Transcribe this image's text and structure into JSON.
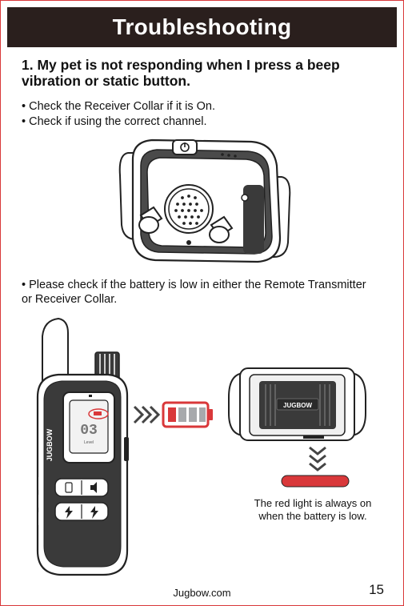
{
  "header": {
    "title": "Troubleshooting"
  },
  "question": "1. My pet is not responding when I press a beep vibration or static button.",
  "bullets": [
    "• Check the Receiver Collar if it is On.",
    "• Check if using the correct channel.",
    "• Please check if the battery is low in either the Remote Transmitter or Receiver Collar."
  ],
  "brand": "JUGBOW",
  "remote_display": {
    "channel": "03",
    "level_label": "Level"
  },
  "caption": "The red light is always on when the battery is low.",
  "footer": {
    "website": "Jugbow.com",
    "page_number": "15"
  },
  "colors": {
    "header_bg": "#2a1f1d",
    "accent_red": "#d9383a",
    "battery_gray": "#a7a9ac"
  },
  "battery": {
    "level_fraction": 0.25
  }
}
